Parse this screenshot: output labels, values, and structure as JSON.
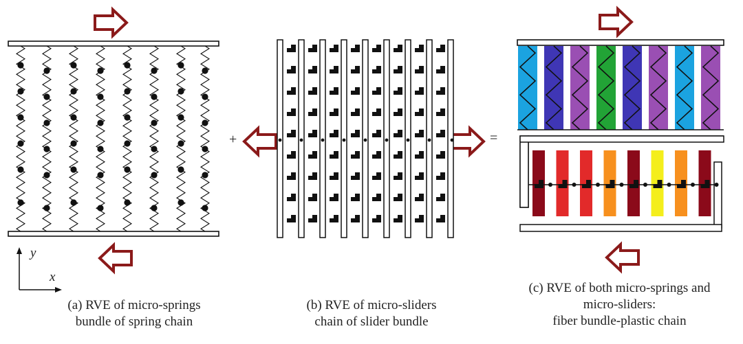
{
  "captions": {
    "a": {
      "line1": "(a) RVE of micro-springs",
      "line2": "bundle of spring chain"
    },
    "b": {
      "line1": "(b) RVE of micro-sliders",
      "line2": "chain of slider bundle"
    },
    "c": {
      "line1": "(c) RVE of both micro-springs and",
      "line2": "micro-sliders:",
      "line3": "fiber bundle-plastic chain"
    }
  },
  "axes": {
    "x": "x",
    "y": "y"
  },
  "operators": {
    "plus": "+",
    "equals": "="
  },
  "colors": {
    "arrow": "#8b1a1a",
    "fiber_top": [
      "#1ba3e0",
      "#3f36b5",
      "#9a4fb3",
      "#22a336",
      "#3f36b5",
      "#9a4fb3",
      "#1ba3e0",
      "#9a4fb3"
    ],
    "fiber_bottom": [
      "#8b0a1a",
      "#e22a2a",
      "#e22a2a",
      "#f7901e",
      "#8b0a1a",
      "#f4ee1c",
      "#f7901e",
      "#8b0a1a"
    ]
  }
}
